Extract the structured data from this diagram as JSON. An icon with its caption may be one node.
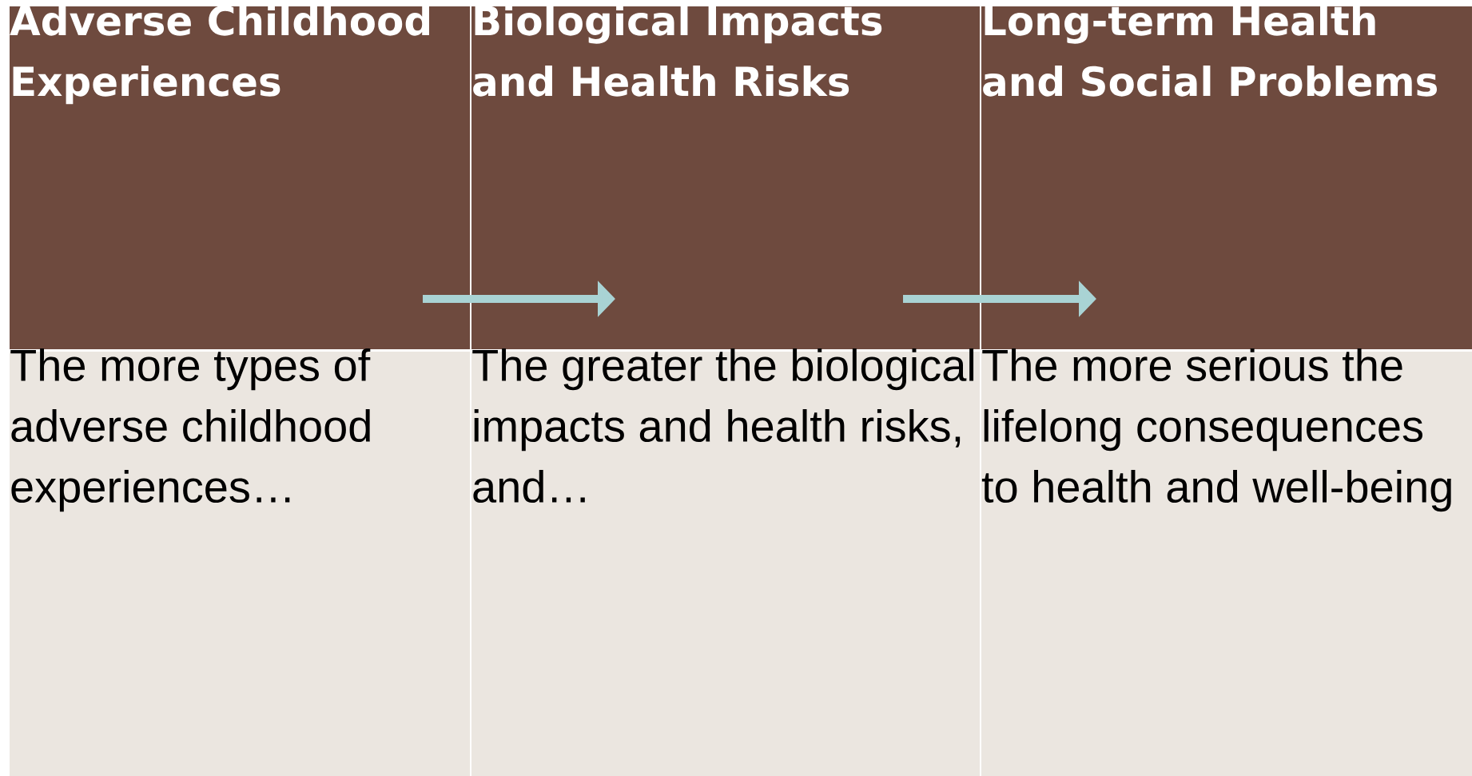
{
  "diagram": {
    "nodes": [
      {
        "text": [
          "Adverse Childhood Experiences"
        ]
      },
      {
        "text": [
          "Biological Impacts and Health Risks"
        ]
      },
      {
        "text": [
          "Long-term Health and Social Problems"
        ]
      },
      {
        "text": [
          "The more types of adverse childhood experiences…"
        ]
      },
      {
        "text": [
          "The greater the biological impacts and health risks, and…"
        ]
      },
      {
        "text": [
          "The more serious the lifelong consequences to health and well-being"
        ]
      }
    ],
    "edges": [
      {
        "from": 0,
        "to": 1,
        "arrow": "to"
      },
      {
        "from": 1,
        "to": 2,
        "arrow": "to"
      }
    ]
  }
}
